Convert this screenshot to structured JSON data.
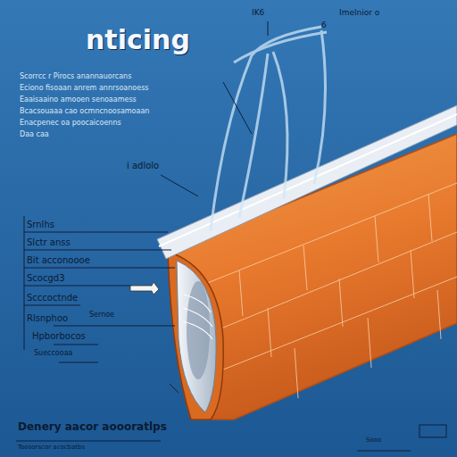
{
  "diagram": {
    "title": "nticing",
    "labels": [
      "IK6",
      "Imelnior o",
      "6",
      "Scorrcc r Pirocs anannauorcans",
      "Eciono fisoaan anrem annrsoanoess",
      "Eaaisaaino amooen senoaamess",
      "Bcacsouaaa cao ocmncnoosamoaan",
      "Enacpenec oa poocaicoenns",
      "Daa caa",
      "i adlolo",
      "Srnlhs",
      "Slctr anss",
      "Bit acconoooe",
      "Scocgd3",
      "Scccoctnde",
      "Rlsnphoo",
      "Sernoe",
      "Hpborbocos",
      "Sueccooaa",
      "Denery aacor aoooratlps",
      "Toosorscor acocbatbs",
      "Sooo"
    ]
  }
}
